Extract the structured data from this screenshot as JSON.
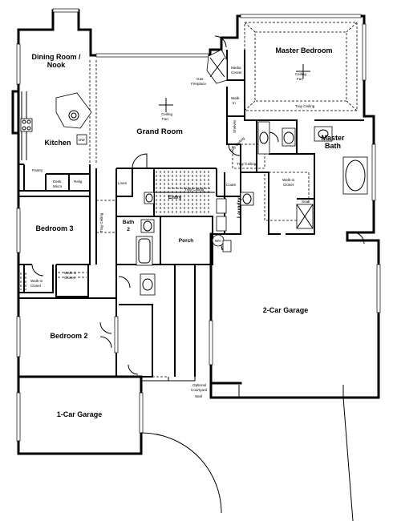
{
  "rooms": {
    "dining": [
      "Dining Room /",
      "Nook"
    ],
    "kitchen": "Kitchen",
    "grand_room": "Grand Room",
    "master_bedroom": "Master Bedroom",
    "master_bath": [
      "Master",
      "Bath"
    ],
    "bedroom3": "Bedroom 3",
    "bedroom2": "Bedroom 2",
    "bath2": [
      "Bath",
      "2"
    ],
    "porch": "Porch",
    "entry": "Entry",
    "garage2": "2-Car Garage",
    "garage1": "1-Car Garage",
    "laundry": "Laundry"
  },
  "labels": {
    "pantry": "Pantry",
    "desk_micro": [
      "Desk",
      "Micro"
    ],
    "relig": "Relig",
    "dw": "DW",
    "ceiling_fan_grand": [
      "Ceiling",
      "Fan"
    ],
    "ceiling_fan_master": [
      "Ceiling",
      "Fan"
    ],
    "gas_fireplace": [
      "Gas",
      "Fireplace"
    ],
    "media_center": [
      "Media",
      "Center"
    ],
    "walk_in_closet_top": [
      "Walk-",
      "In"
    ],
    "shelves": "Shelves",
    "tray_ceiling_master": "Tray Ceiling",
    "tray_ceiling_hall": "Tray Ceiling",
    "tray_ceiling_bath": "Tray Ceiling",
    "tray_ceiling_entry": "Tray Ceiling",
    "walk_in_closet_master": [
      "Walk-in",
      "Closet"
    ],
    "seat": "Seat",
    "linen": "Linen",
    "coats": "Coats",
    "tray_ceiling_bed3": "Tray Ceiling",
    "wh": "WH",
    "walk_in_closet_bed3": [
      "Walk-in",
      "Closet"
    ],
    "walk_in_closet_bed2": [
      "Walk-in",
      "Closet"
    ],
    "optional_courtyard": [
      "Optional",
      "Courtyard"
    ],
    "wall": "Wall"
  }
}
